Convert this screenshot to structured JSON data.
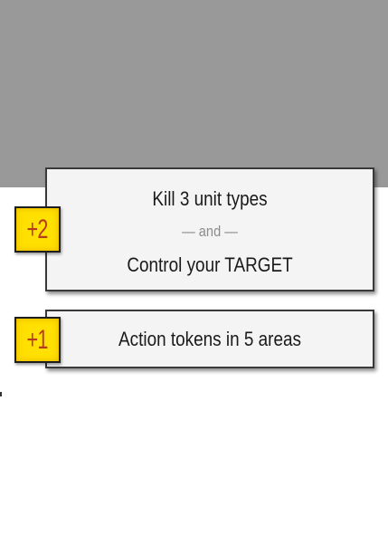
{
  "cards": [
    {
      "bonus": "+2",
      "lines": [
        "Kill 3 unit types",
        "— and —",
        "Control your TARGET"
      ]
    },
    {
      "bonus": "+1",
      "lines": [
        "Action tokens in 5 areas"
      ]
    }
  ],
  "colors": {
    "top_band": "#999999",
    "card_background": "#f4f4f4",
    "badge_fill": "#ffe000",
    "badge_text": "#b73a1c",
    "separator_text": "#8c8c8c"
  }
}
